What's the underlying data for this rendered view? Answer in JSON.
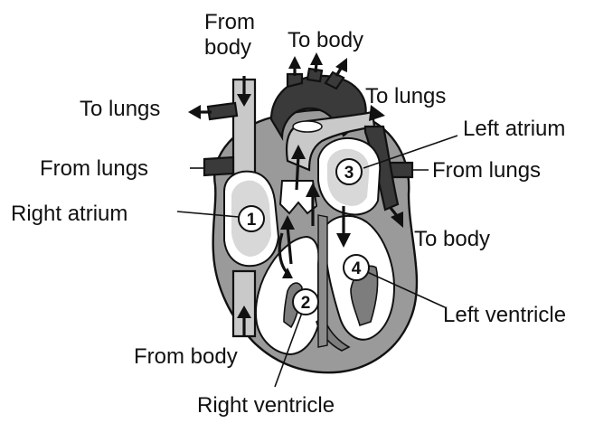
{
  "labels": {
    "from_body_top_line1": "From",
    "from_body_top_line2": "body",
    "to_body_top": "To body",
    "to_lungs_left": "To lungs",
    "to_lungs_right": "To lungs",
    "left_atrium": "Left atrium",
    "from_lungs_left": "From lungs",
    "from_lungs_right": "From lungs",
    "right_atrium": "Right atrium",
    "to_body_right": "To body",
    "left_ventricle": "Left ventricle",
    "from_body_bottom": "From body",
    "right_ventricle": "Right ventricle"
  },
  "chambers": {
    "one": "1",
    "two": "2",
    "three": "3",
    "four": "4"
  }
}
